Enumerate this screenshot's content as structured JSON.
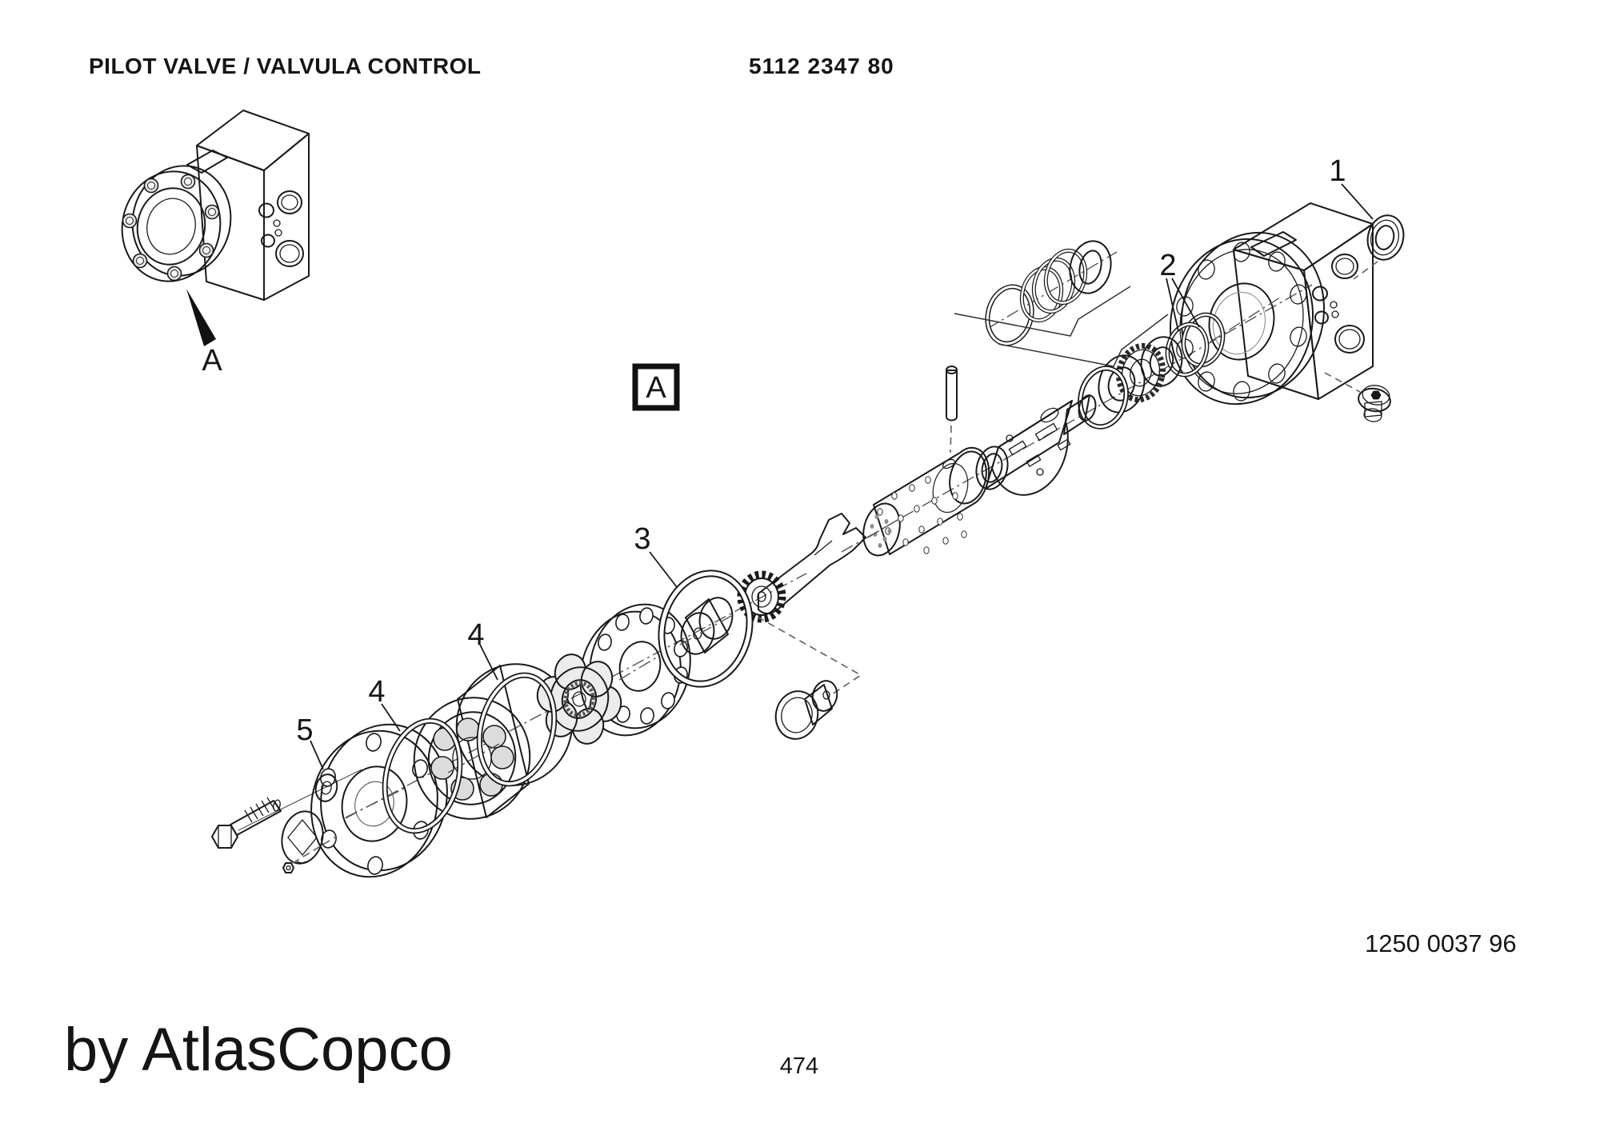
{
  "colors": {
    "ink": "#1a1a1a",
    "paper": "#ffffff"
  },
  "header": {
    "title": "PILOT VALVE / VALVULA CONTROL",
    "part_number": "5112 2347 80"
  },
  "diagram": {
    "detail_view_label": "A",
    "section_marker_label": "A",
    "callouts": [
      {
        "label": "1"
      },
      {
        "label": "2"
      },
      {
        "label": "3"
      },
      {
        "label": "4"
      },
      {
        "label": "4"
      },
      {
        "label": "5"
      }
    ]
  },
  "footer": {
    "reference_number": "1250 0037 96",
    "page_number": "474",
    "brand": "by AtlasCopco"
  }
}
